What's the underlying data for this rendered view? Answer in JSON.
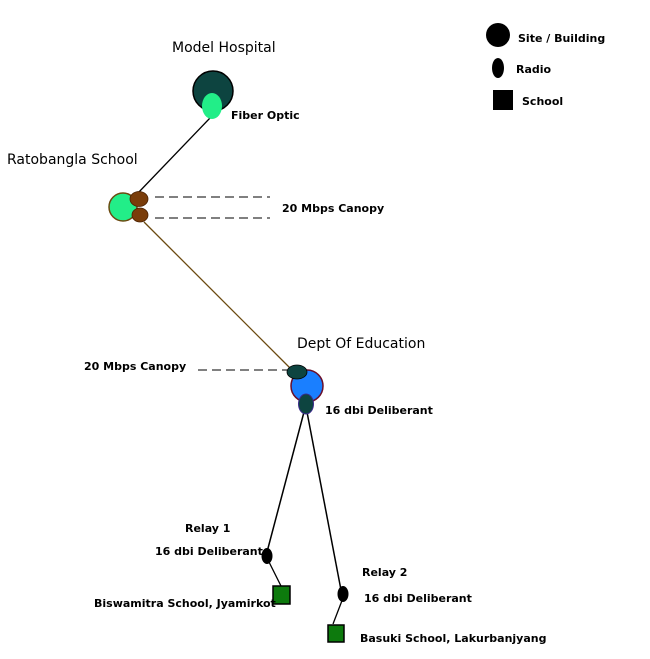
{
  "legend": {
    "items": [
      {
        "shape": "circle",
        "label": "Site / Building"
      },
      {
        "shape": "ellipse",
        "label": "Radio"
      },
      {
        "shape": "square",
        "label": "School"
      }
    ]
  },
  "sites": {
    "model_hospital": {
      "name": "Model Hospital",
      "link_label": "Fiber Optic",
      "color": "#0d4440",
      "radio_color": "#22ee88"
    },
    "ratobangla_school": {
      "name": "Ratobangla School",
      "link_label": "20 Mbps Canopy",
      "color": "#22ee88",
      "radio_color": "#7a3d0a"
    },
    "dept_of_education": {
      "name": "Dept Of Education",
      "link_label_canopy": "20 Mbps Canopy",
      "link_label_radio": "16 dbi Deliberant",
      "color": "#1a7fff",
      "border_color": "#6b0f2a",
      "radio_color": "#0d4440"
    }
  },
  "relays": [
    {
      "name": "Relay 1",
      "radio_label": "16 dbi Deliberant",
      "school": "Biswamitra School, Jyamirkot"
    },
    {
      "name": "Relay 2",
      "radio_label": "16 dbi Deliberant",
      "school": "Basuki School, Lakurbanjyang"
    }
  ],
  "colors": {
    "school_fill": "#0d7a0d",
    "link_black": "#000000",
    "link_brown": "#6b4a10"
  }
}
